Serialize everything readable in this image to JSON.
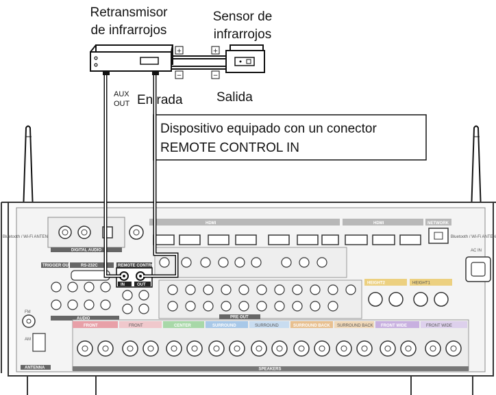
{
  "labels": {
    "retransmitter": [
      "Retransmisor",
      "de infrarrojos"
    ],
    "sensor": [
      "Sensor de",
      "infrarrojos"
    ],
    "aux_out": [
      "AUX",
      "OUT"
    ],
    "entrada": "Entrada",
    "salida": "Salida",
    "callout": [
      "Dispositivo equipado con un conector",
      "REMOTE CONTROL IN"
    ],
    "plus": "+",
    "minus": "−"
  },
  "panel": {
    "remote_control": "REMOTE CONTROL",
    "remote_in": "IN",
    "remote_out": "OUT",
    "hdmi": "HDMI",
    "network": "NETWORK",
    "antenna_bt": "Bluetooth / Wi-Fi ANTENNA",
    "ac_in": "AC IN",
    "trigger_out": "TRIGGER OUT",
    "rs232c": "RS-232C",
    "digital_audio": "DIGITAL AUDIO",
    "audio": "AUDIO",
    "pre_out": "PRE OUT",
    "antenna": "ANTENNA",
    "fm": "FM",
    "am": "AM",
    "speakers": "SPEAKERS",
    "height2": "HEIGHT2",
    "height1": "HEIGHT1",
    "speaker_groups": [
      "FRONT",
      "FRONT",
      "CENTER",
      "SURROUND",
      "SURROUND",
      "SURROUND BACK",
      "SURROUND BACK",
      "FRONT WIDE",
      "FRONT WIDE"
    ]
  },
  "colors": {
    "front": "#e8a0a8",
    "center": "#a8d8a8",
    "surround": "#a8c8e8",
    "surround_back": "#e8c090",
    "front_wide": "#c8b0e0",
    "height": "#ecd080",
    "hdmi_band": "#b8b8b8",
    "panel_line": "#444444"
  }
}
